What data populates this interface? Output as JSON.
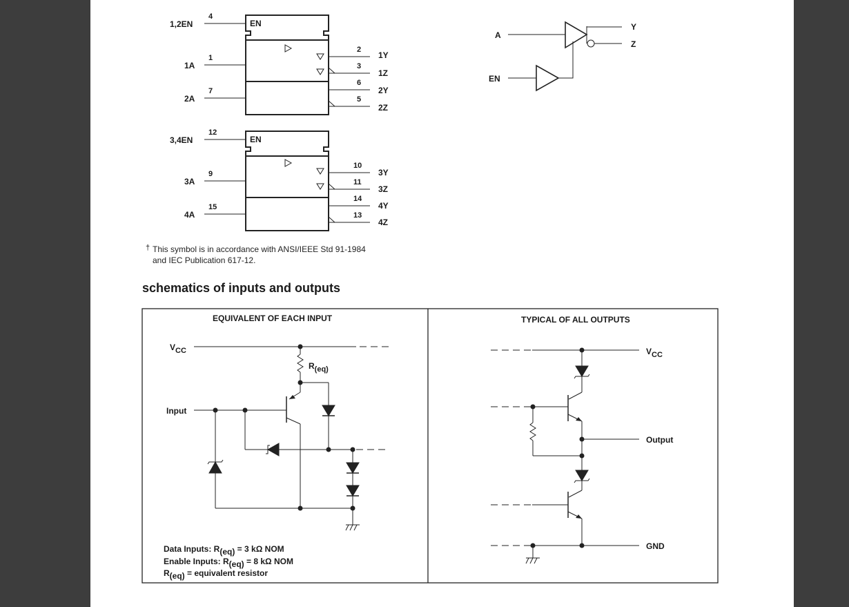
{
  "logic_symbol": {
    "block1": {
      "enable_label": "1,2EN",
      "enable_pin": "4",
      "en_text": "EN",
      "inputs": [
        {
          "label": "1A",
          "pin": "1"
        },
        {
          "label": "2A",
          "pin": "7"
        }
      ],
      "outputs": [
        {
          "label": "1Y",
          "pin": "2"
        },
        {
          "label": "1Z",
          "pin": "3"
        },
        {
          "label": "2Y",
          "pin": "6"
        },
        {
          "label": "2Z",
          "pin": "5"
        }
      ]
    },
    "block2": {
      "enable_label": "3,4EN",
      "enable_pin": "12",
      "en_text": "EN",
      "inputs": [
        {
          "label": "3A",
          "pin": "9"
        },
        {
          "label": "4A",
          "pin": "15"
        }
      ],
      "outputs": [
        {
          "label": "3Y",
          "pin": "10"
        },
        {
          "label": "3Z",
          "pin": "11"
        },
        {
          "label": "4Y",
          "pin": "14"
        },
        {
          "label": "4Z",
          "pin": "13"
        }
      ]
    }
  },
  "logic_diagram": {
    "input_a": "A",
    "input_en": "EN",
    "output_y": "Y",
    "output_z": "Z"
  },
  "footnote": {
    "dagger": "†",
    "line1": "This symbol is in accordance with ANSI/IEEE Std 91-1984",
    "line2": "and IEC Publication 617-12."
  },
  "section_heading": "schematics of inputs and outputs",
  "input_schematic": {
    "title": "EQUIVALENT OF EACH INPUT",
    "vcc_main": "V",
    "vcc_sub": "CC",
    "req_main": "R",
    "req_sub": "(eq)",
    "input_label": "Input",
    "note1": {
      "prefix": "Data Inputs: R",
      "sub": "(eq)",
      "suffix": " = 3 kΩ NOM"
    },
    "note2": {
      "prefix": "Enable Inputs: R",
      "sub": "(eq)",
      "suffix": " = 8 kΩ NOM"
    },
    "note3": {
      "prefix": "R",
      "sub": "(eq)",
      "suffix": " = equivalent resistor"
    }
  },
  "output_schematic": {
    "title": "TYPICAL OF ALL OUTPUTS",
    "vcc_main": "V",
    "vcc_sub": "CC",
    "output_label": "Output",
    "gnd_label": "GND"
  }
}
